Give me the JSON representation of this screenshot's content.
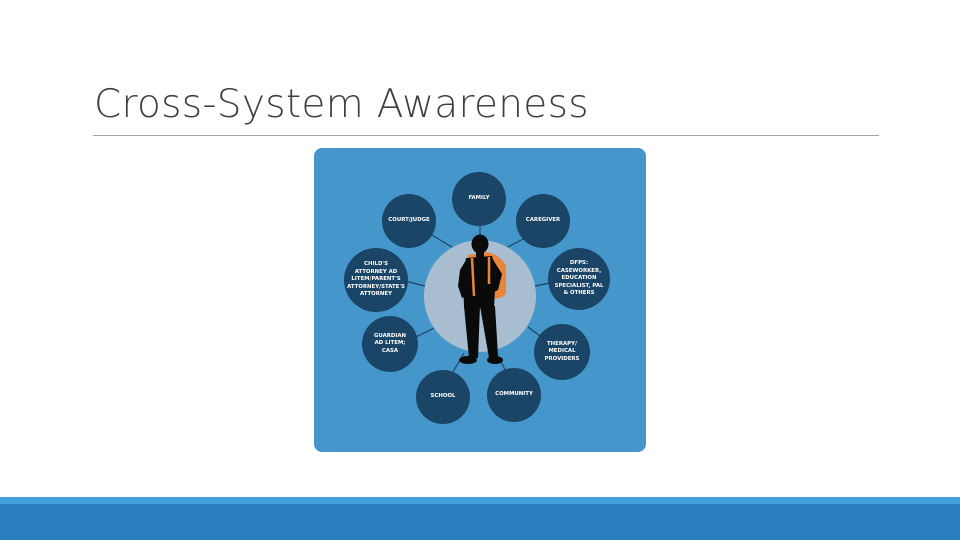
{
  "slide": {
    "title": "Cross-System Awareness"
  },
  "diagram": {
    "nodes": {
      "family": "FAMILY",
      "caregiver": "CAREGIVER",
      "dfps": "DFPS:\nCASEWORKER,\nEDUCATION\nSPECIALIST, PAL\n& OTHERS",
      "therapy": "THERAPY/\nMEDICAL\nPROVIDERS",
      "community": "COMMUNITY",
      "school": "SCHOOL",
      "guardian": "GUARDIAN\nAD LITEM;\nCASA",
      "attorney": "CHILD'S\nATTORNEY AD\nLITEM/PARENT'S\nATTORNEY/STATE'S\nATTORNEY",
      "court": "COURT/JUDGE"
    },
    "colors": {
      "panel": "#4597cb",
      "node": "#1b4566",
      "center_circle": "#a9bdd0",
      "figure": "#0a0a0a",
      "backpack": "#e8853a"
    }
  },
  "footer": {
    "band_light": "#45a1dd",
    "band_dark": "#2a7fc1"
  }
}
